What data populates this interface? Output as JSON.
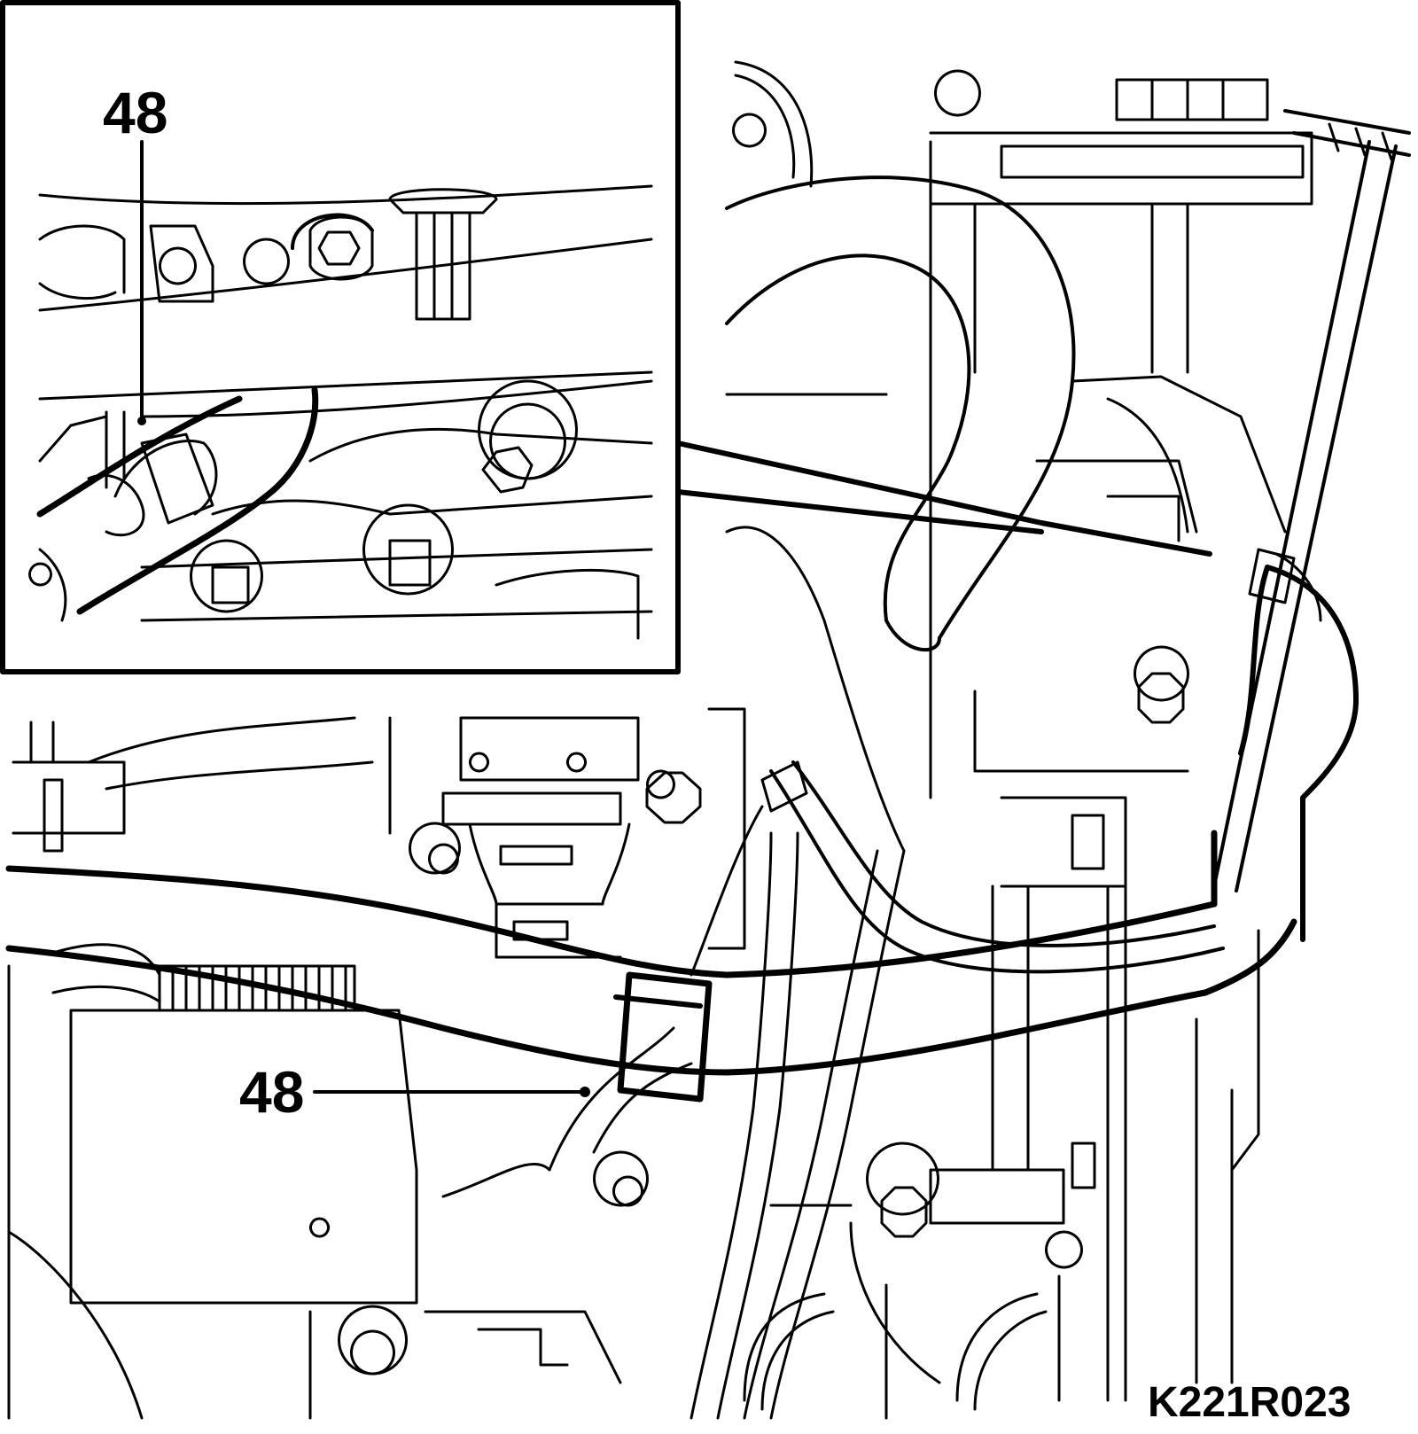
{
  "figure": {
    "inset_callout": "48",
    "main_callout": "48",
    "figure_code": "K221R023"
  },
  "colors": {
    "line": "#000000",
    "background": "#ffffff"
  }
}
